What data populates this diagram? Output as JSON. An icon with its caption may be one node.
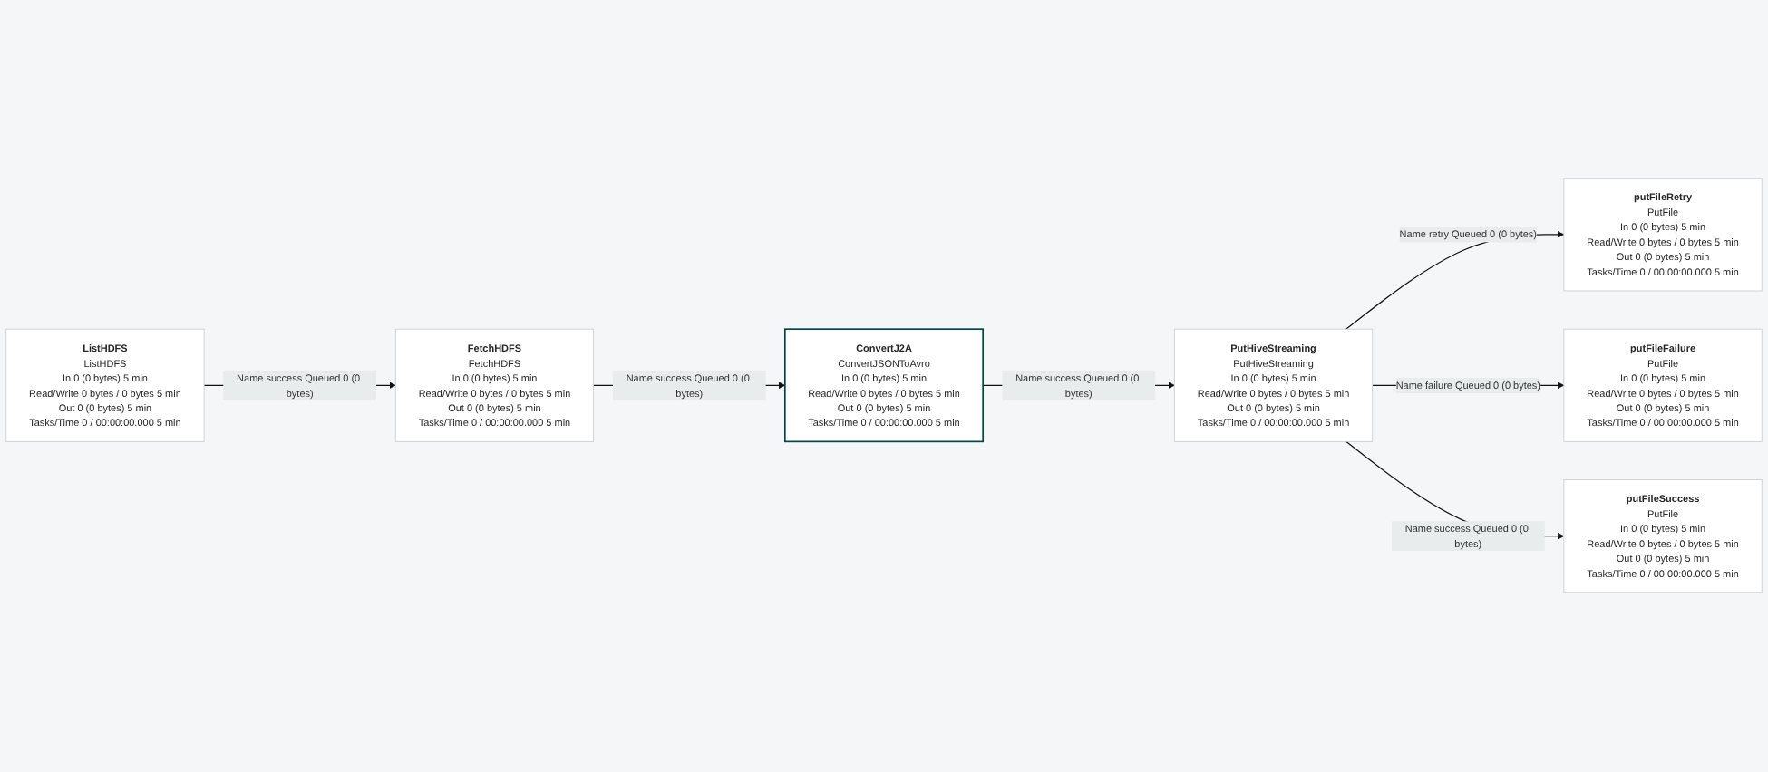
{
  "diagram": {
    "nodes": [
      {
        "text": [
          "FetchHDFS",
          "FetchHDFS",
          "In 0 (0 bytes) 5 min",
          "Read/Write 0 bytes / 0 bytes 5 min",
          "Out 0 (0 bytes) 5 min",
          "Tasks/Time 0 / 00:00:00.000 5 min"
        ]
      },
      {
        "text": [
          "ConvertJ2A",
          "ConvertJSONToAvro",
          "In 0 (0 bytes) 5 min",
          "Read/Write 0 bytes / 0 bytes 5 min",
          "Out 0 (0 bytes) 5 min",
          "Tasks/Time 0 / 00:00:00.000 5 min"
        ]
      },
      {
        "text": [
          "PutHiveStreaming",
          "PutHiveStreaming",
          "In 0 (0 bytes) 5 min",
          "Read/Write 0 bytes / 0 bytes 5 min",
          "Out 0 (0 bytes) 5 min",
          "Tasks/Time 0 / 00:00:00.000 5 min"
        ]
      },
      {
        "text": [
          "ListHDFS",
          "ListHDFS",
          "In 0 (0 bytes) 5 min",
          "Read/Write 0 bytes / 0 bytes 5 min",
          "Out 0 (0 bytes) 5 min",
          "Tasks/Time 0 / 00:00:00.000 5 min"
        ]
      },
      {
        "text": [
          "putFileRetry",
          "PutFile",
          "In 0 (0 bytes) 5 min",
          "Read/Write 0 bytes / 0 bytes 5 min",
          "Out 0 (0 bytes) 5 min",
          "Tasks/Time 0 / 00:00:00.000 5 min"
        ]
      },
      {
        "text": [
          "putFileFailure",
          "PutFile",
          "In 0 (0 bytes) 5 min",
          "Read/Write 0 bytes / 0 bytes 5 min",
          "Out 0 (0 bytes) 5 min",
          "Tasks/Time 0 / 00:00:00.000 5 min"
        ]
      },
      {
        "text": [
          "putFileSuccess",
          "PutFile",
          "In 0 (0 bytes) 5 min",
          "Read/Write 0 bytes / 0 bytes 5 min",
          "Out 0 (0 bytes) 5 min",
          "Tasks/Time 0 / 00:00:00.000 5 min"
        ]
      }
    ],
    "edges": [
      {
        "from": 3,
        "to": 0,
        "arrow": "to",
        "label": "Name success Queued 0 (0 bytes)"
      },
      {
        "from": 0,
        "to": 1,
        "arrow": "to",
        "label": "Name success Queued 0 (0 bytes)"
      },
      {
        "from": 1,
        "to": 2,
        "arrow": "to",
        "label": "Name success Queued 0 (0 bytes)"
      },
      {
        "from": 2,
        "to": 4,
        "arrow": "to",
        "label": "Name retry Queued 0 (0 bytes)"
      },
      {
        "from": 2,
        "to": 5,
        "arrow": "to",
        "label": "Name failure Queued 0 (0 bytes)"
      },
      {
        "from": 2,
        "to": 6,
        "arrow": "to",
        "label": "Name success Queued 0 (0 bytes)"
      }
    ]
  }
}
